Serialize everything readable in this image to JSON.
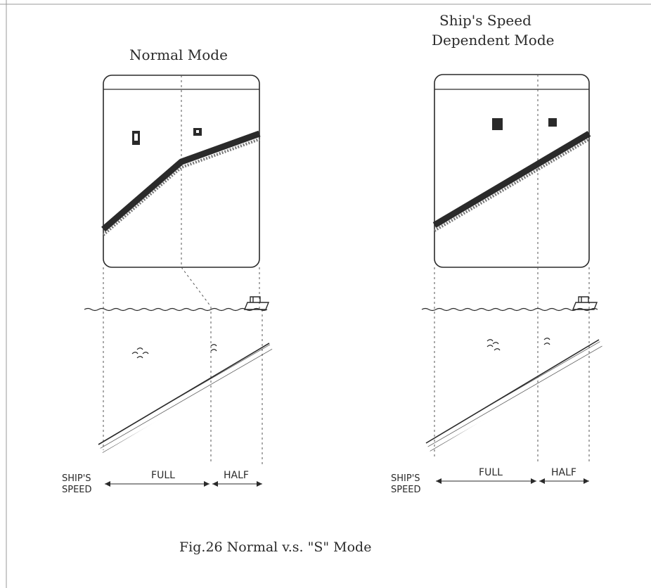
{
  "figure": {
    "caption": "Fig.26  Normal v.s. \"S\" Mode"
  },
  "panels": [
    {
      "title_line1": "Normal Mode",
      "title_line2": "",
      "speed_label_line1": "SHIP'S",
      "speed_label_line2": "SPEED",
      "full_label": "FULL",
      "half_label": "HALF"
    },
    {
      "title_line1": "Ship's Speed",
      "title_line2": "Dependent Mode",
      "speed_label_line1": "SHIP'S",
      "speed_label_line2": "SPEED",
      "full_label": "FULL",
      "half_label": "HALF"
    }
  ]
}
